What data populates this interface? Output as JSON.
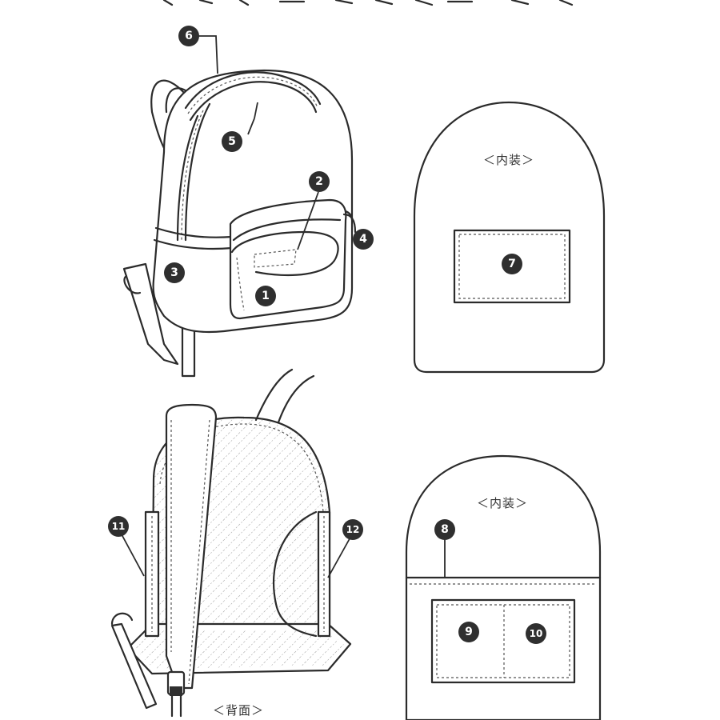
{
  "title_fragment": "",
  "labels": {
    "interior_top": "＜内装＞",
    "interior_bottom": "＜内装＞",
    "back": "＜背面＞"
  },
  "badges": [
    "1",
    "2",
    "3",
    "4",
    "5",
    "6",
    "7",
    "8",
    "9",
    "10",
    "11",
    "12"
  ]
}
